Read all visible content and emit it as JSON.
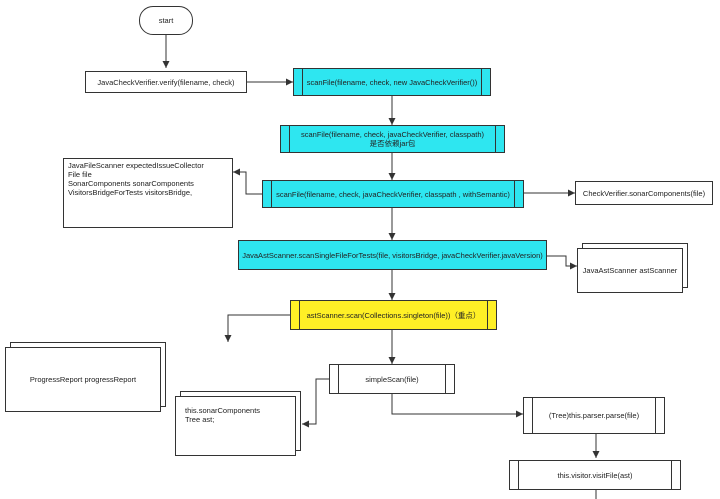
{
  "diagram": {
    "start": "start",
    "verify_call": "JavaCheckVerifier.verify(filename, check)",
    "scan_file_1": "scanFile(filename, check, new JavaCheckVerifier())",
    "scan_file_2_line1": "scanFile(filename, check, javaCheckVerifier, classpath)",
    "scan_file_2_line2": "是否依赖jar包",
    "scan_file_3": "scanFile(filename, check, javaCheckVerifier, classpath , withSemantic)",
    "sonar_components_call": "CheckVerifier.sonarComponents(file)",
    "scanner_note": [
      "JavaFileScanner expectedIssueCollector",
      "File file",
      "SonarComponents sonarComponents",
      "VisitorsBridgeForTests visitorsBridge,"
    ],
    "single_file": "JavaAstScanner.scanSingleFileForTests(file, visitorsBridge, javaCheckVerifier.javaVersion)",
    "ast_scanner_obj": "JavaAstScanner astScanner",
    "ast_scan": "astScanner.scan(Collections.singleton(file))（重点）",
    "progress_report": "ProgressReport progressReport",
    "simple_scan": "simpleScan(file)",
    "simple_note": [
      "this.sonarComponents",
      "Tree ast;"
    ],
    "parser_parse": "(Tree)this.parser.parse(file)",
    "visit_file": "this.visitor.visitFile(ast)"
  }
}
